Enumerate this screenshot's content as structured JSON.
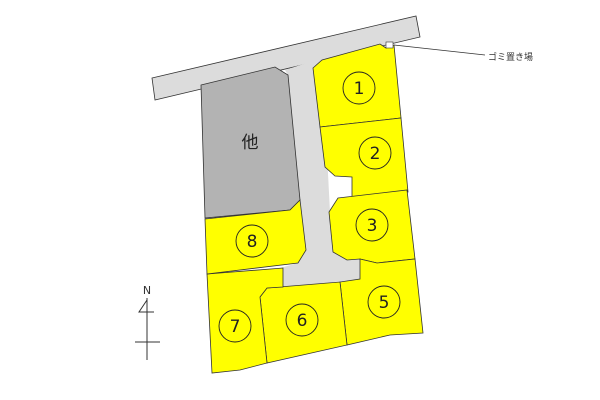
{
  "title": "区画図",
  "other_lot_label": "他",
  "garbage_label": "ゴミ置き場",
  "north_label": "N",
  "lots": [
    {
      "id": "1",
      "label": "1"
    },
    {
      "id": "2",
      "label": "2"
    },
    {
      "id": "3",
      "label": "3"
    },
    {
      "id": "5",
      "label": "5"
    },
    {
      "id": "6",
      "label": "6"
    },
    {
      "id": "7",
      "label": "7"
    },
    {
      "id": "8",
      "label": "8"
    }
  ],
  "colors": {
    "lot": "#ffff00",
    "other": "#b3b3b3",
    "road": "#dcdcdc"
  }
}
